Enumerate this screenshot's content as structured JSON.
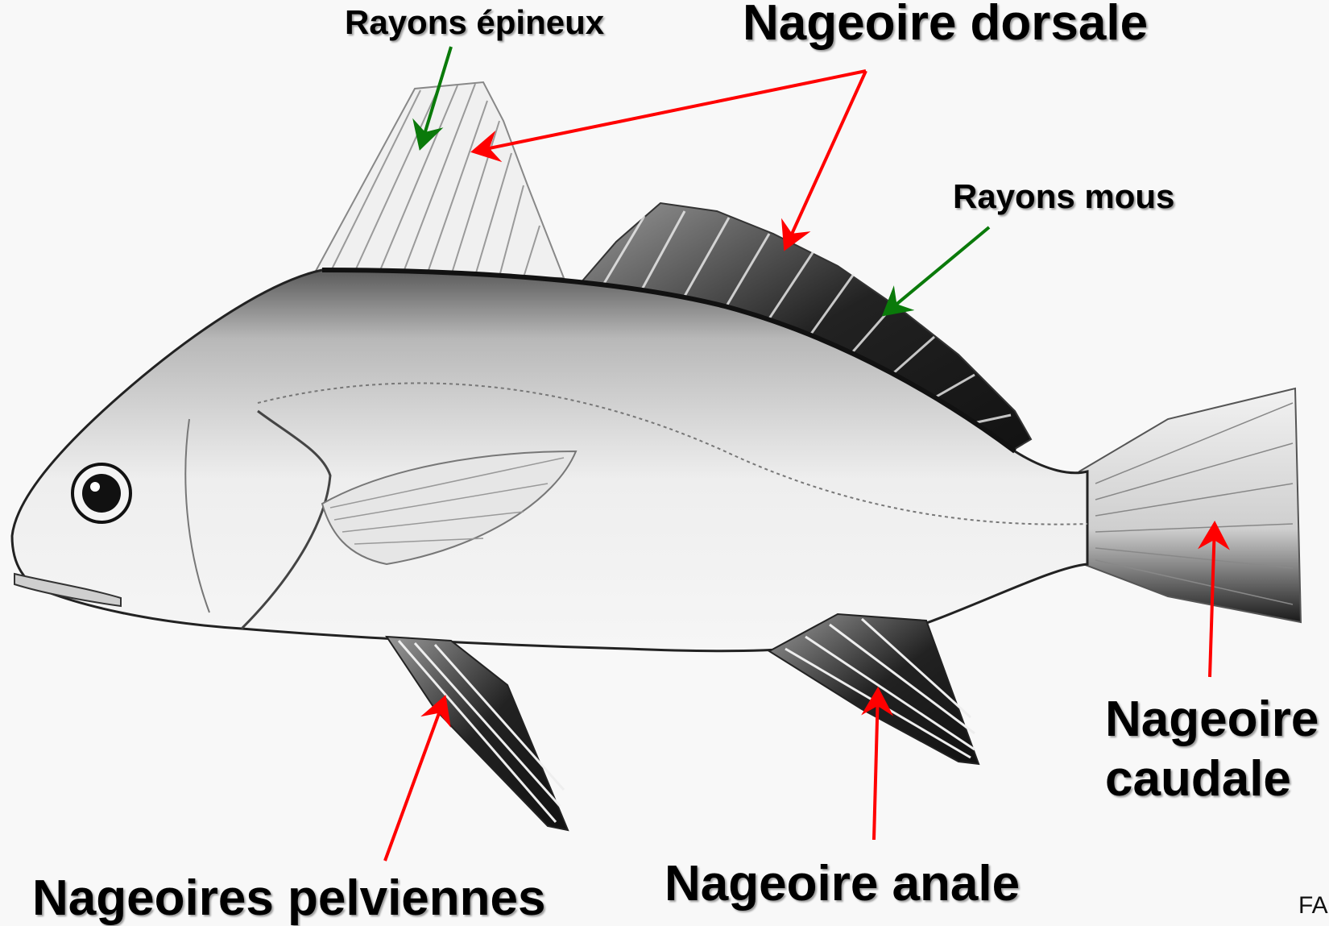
{
  "labels": {
    "rayons_epineux": "Rayons épineux",
    "nageoire_dorsale": "Nageoire dorsale",
    "rayons_mous": "Rayons mous",
    "nageoire_caudale_line1": "Nageoire",
    "nageoire_caudale_line2": "caudale",
    "nageoires_pelviennes": "Nageoires pelviennes",
    "nageoire_anale": "Nageoire anale",
    "credit": "FA"
  },
  "colors": {
    "background": "#f8f8f8",
    "arrow_red": "#ff0000",
    "arrow_green": "#0a7a0a",
    "ink": "#000000"
  }
}
